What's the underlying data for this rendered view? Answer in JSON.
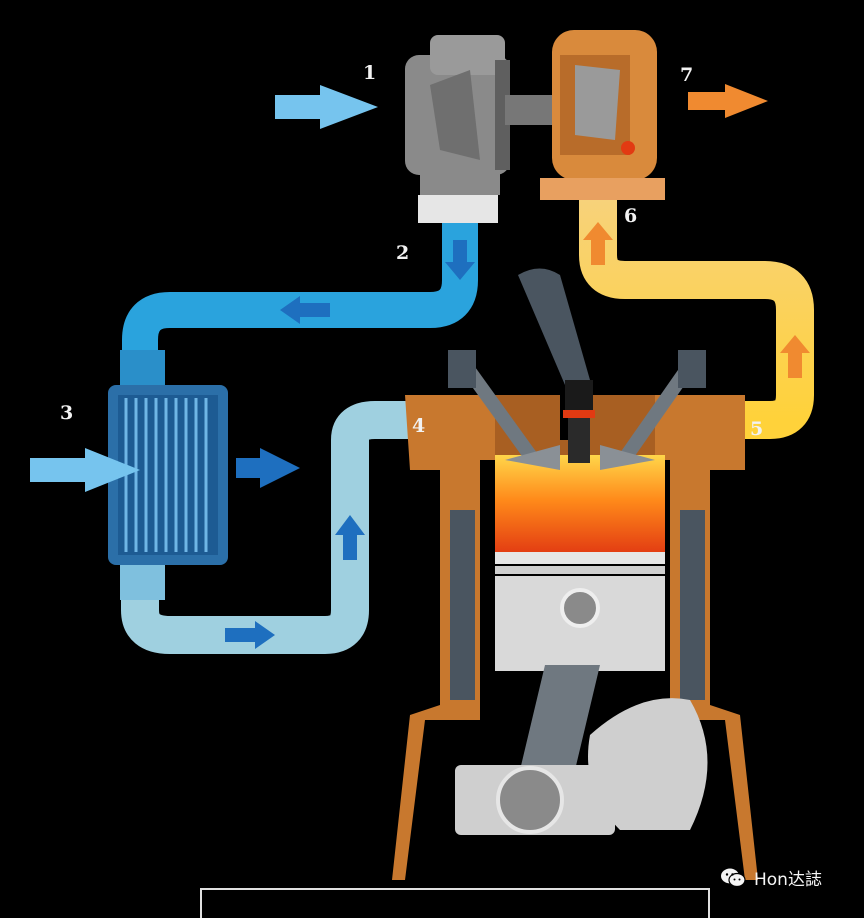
{
  "labels": {
    "n1": "1",
    "n2": "2",
    "n3": "3",
    "n4": "4",
    "n5": "5",
    "n6": "6",
    "n7": "7"
  },
  "watermark": {
    "icon": "wechat-icon",
    "text": "Hon达誌"
  },
  "colors": {
    "cold_air": "#2aa3dd",
    "cool_air": "#9fd0e0",
    "hot_exhaust": "#f6c44a",
    "engine_block": "#c8782e",
    "background": "#000000"
  }
}
